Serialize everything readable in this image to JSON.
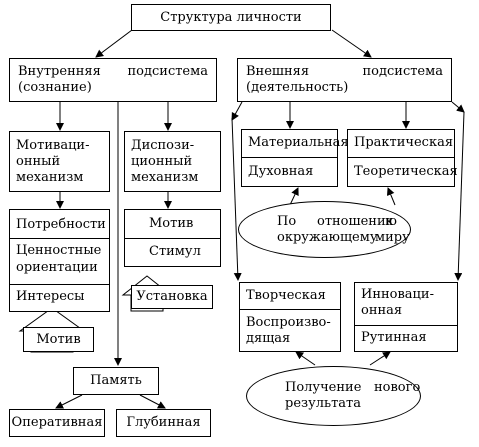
{
  "title": "Структура личности",
  "internal": {
    "header_left": "Внутренняя",
    "header_right": "подсистема",
    "header_sub": "(сознание)",
    "motivation": [
      "Мотиваци-",
      "онный",
      "механизм"
    ],
    "needs": [
      "Потребности",
      "Ценностные",
      "ориентации",
      "Интересы"
    ],
    "motive_bottom": "Мотив",
    "dispositional": [
      "Диспози-",
      "ционный",
      "механизм"
    ],
    "motive_stimulus": [
      "Мотив",
      "Стимул"
    ],
    "setting": "Установка",
    "memory": "Память",
    "operative": "Оперативная",
    "deep": "Глубинная"
  },
  "external": {
    "header_left": "Внешняя",
    "header_right": "подсистема",
    "header_sub": "(деятельность)",
    "material": "Материальная",
    "spiritual": "Духовная",
    "practical": "Практическая",
    "theoretical": "Теоретическая",
    "relation": [
      "По",
      "отношению",
      "к",
      "окружающему",
      "миру"
    ],
    "creative": "Творческая",
    "reproductive": [
      "Воспроизво-",
      "дящая"
    ],
    "innovative": [
      "Инноваци-",
      "онная"
    ],
    "routine": "Рутинная",
    "result": [
      "Получение",
      "нового",
      "результата"
    ]
  }
}
